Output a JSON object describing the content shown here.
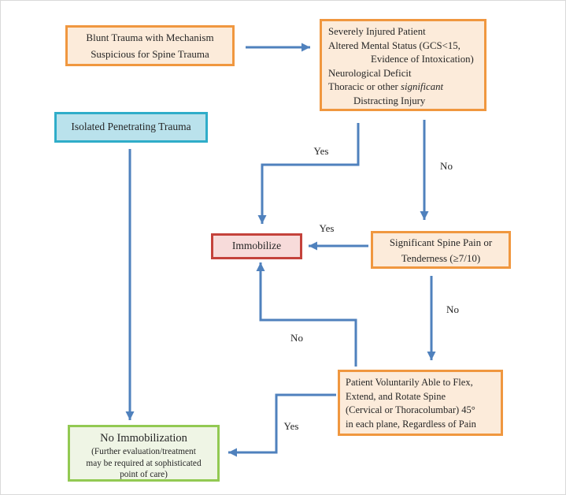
{
  "colors": {
    "orange_border": "#F0973F",
    "orange_fill": "#FCEBDA",
    "teal_border": "#2FADC9",
    "teal_fill": "#BAE2EC",
    "red_border": "#C4423B",
    "red_fill": "#F7DBDA",
    "green_border": "#92C952",
    "green_fill": "#EFF5E5",
    "arrow": "#4F81BD",
    "text": "#262626"
  },
  "boxes": {
    "blunt_trauma": {
      "line1": "Blunt Trauma with Mechanism",
      "line2": "Suspicious for Spine Trauma"
    },
    "severely_injured": {
      "line1": "Severely Injured Patient",
      "line2": "Altered Mental Status (GCS<15,",
      "line3": "Evidence of Intoxication)",
      "line4": "Neurological Deficit",
      "line5_prefix": "Thoracic or other ",
      "line5_italic": "significant",
      "line6": "Distracting Injury"
    },
    "isolated_penetrating": {
      "label": "Isolated Penetrating Trauma"
    },
    "immobilize": {
      "label": "Immobilize"
    },
    "significant_pain": {
      "line1": "Significant Spine Pain or",
      "line2": "Tenderness (≥7/10)"
    },
    "voluntary_flex": {
      "line1": "Patient Voluntarily Able to Flex,",
      "line2": "Extend, and Rotate Spine",
      "line3": "(Cervical or Thoracolumbar) 45°",
      "line4": "in each plane, Regardless of Pain"
    },
    "no_immobilization": {
      "title": "No Immobilization",
      "sub1": "(Further evaluation/treatment",
      "sub2": "may be required at sophisticated",
      "sub3": "point of care)"
    }
  },
  "edge_labels": {
    "severe_yes": "Yes",
    "severe_no": "No",
    "pain_yes": "Yes",
    "pain_no": "No",
    "flex_no": "No",
    "flex_yes": "Yes"
  }
}
